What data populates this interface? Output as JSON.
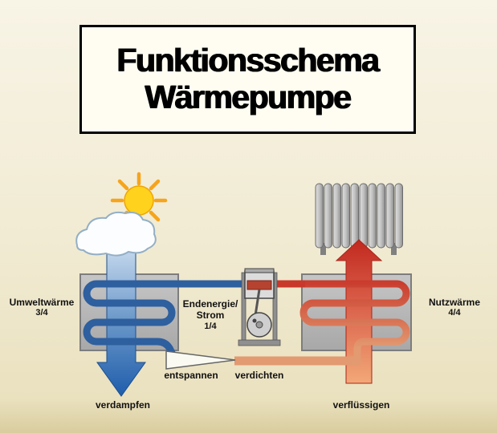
{
  "title": {
    "line1": "Funktionsschema",
    "line2": "Wärmepumpe"
  },
  "labels": {
    "environment_heat": {
      "name": "Umweltwärme",
      "fraction": "3/4"
    },
    "input_energy": {
      "line1": "Endenergie/",
      "line2": "Strom",
      "fraction": "1/4"
    },
    "useful_heat": {
      "name": "Nutzwärme",
      "fraction": "4/4"
    },
    "evaporate": "verdampfen",
    "expand": "entspannen",
    "compress": "verdichten",
    "condense": "verflüssigen"
  },
  "colors": {
    "background": "#f1ebd3",
    "title_background": "#fffdf2",
    "cold_blue": "#2e5f9e",
    "cold_blue_light": "#cfe0f0",
    "hot_red": "#c8382b",
    "warm_orange": "#e39a70",
    "box_gray": "#b9b9b9",
    "sun_yellow": "#ffd21e"
  }
}
